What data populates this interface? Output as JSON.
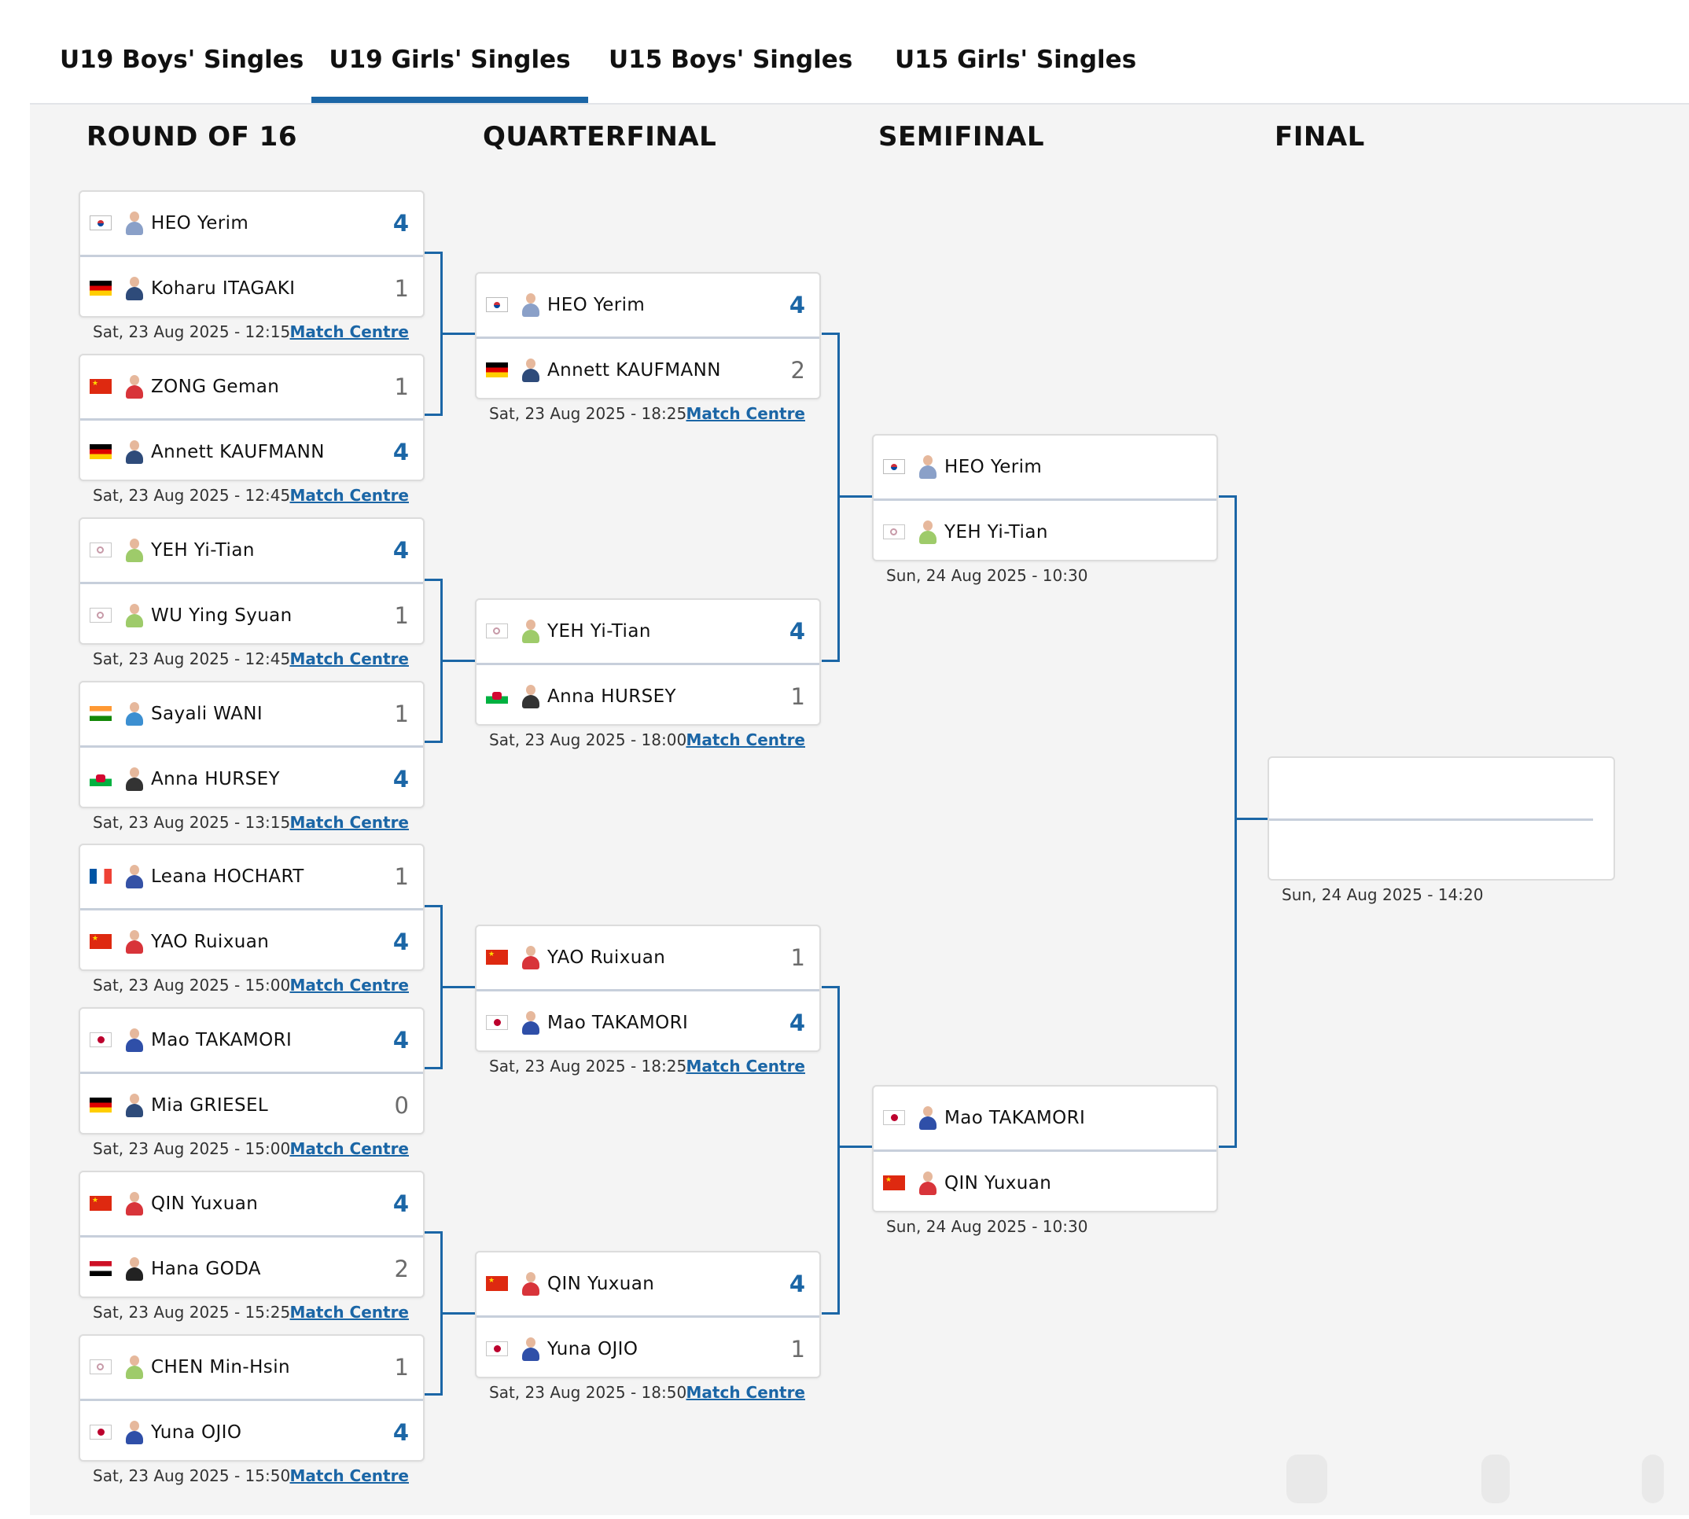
{
  "tabs": [
    {
      "label": "U19 Boys' Singles",
      "active": false
    },
    {
      "label": "U19 Girls' Singles",
      "active": true
    },
    {
      "label": "U15 Boys' Singles",
      "active": false
    },
    {
      "label": "U15 Girls' Singles",
      "active": false
    }
  ],
  "rounds": [
    "ROUND OF 16",
    "QUARTERFINAL",
    "SEMIFINAL",
    "FINAL"
  ],
  "match_centre_label": "Match Centre",
  "accent_color": "#1b66a6",
  "round_of_16": [
    {
      "p1": {
        "name": "HEO Yerim",
        "flag": "korea-flag",
        "score": "4",
        "win": true
      },
      "p2": {
        "name": "Koharu ITAGAKI",
        "flag": "germany-flag",
        "score": "1",
        "win": false
      },
      "time": "Sat, 23 Aug 2025 - 12:15"
    },
    {
      "p1": {
        "name": "ZONG Geman",
        "flag": "china-flag",
        "score": "1",
        "win": false
      },
      "p2": {
        "name": "Annett KAUFMANN",
        "flag": "germany-flag",
        "score": "4",
        "win": true
      },
      "time": "Sat, 23 Aug 2025 - 12:45"
    },
    {
      "p1": {
        "name": "YEH Yi-Tian",
        "flag": "chinese-taipei-flag",
        "score": "4",
        "win": true
      },
      "p2": {
        "name": "WU Ying Syuan",
        "flag": "chinese-taipei-flag",
        "score": "1",
        "win": false
      },
      "time": "Sat, 23 Aug 2025 - 12:45"
    },
    {
      "p1": {
        "name": "Sayali WANI",
        "flag": "india-flag",
        "score": "1",
        "win": false
      },
      "p2": {
        "name": "Anna HURSEY",
        "flag": "wales-flag",
        "score": "4",
        "win": true
      },
      "time": "Sat, 23 Aug 2025 - 13:15"
    },
    {
      "p1": {
        "name": "Leana HOCHART",
        "flag": "france-flag",
        "score": "1",
        "win": false
      },
      "p2": {
        "name": "YAO Ruixuan",
        "flag": "china-flag",
        "score": "4",
        "win": true
      },
      "time": "Sat, 23 Aug 2025 - 15:00"
    },
    {
      "p1": {
        "name": "Mao TAKAMORI",
        "flag": "japan-flag",
        "score": "4",
        "win": true
      },
      "p2": {
        "name": "Mia GRIESEL",
        "flag": "germany-flag",
        "score": "0",
        "win": false
      },
      "time": "Sat, 23 Aug 2025 - 15:00"
    },
    {
      "p1": {
        "name": "QIN Yuxuan",
        "flag": "china-flag",
        "score": "4",
        "win": true
      },
      "p2": {
        "name": "Hana GODA",
        "flag": "egypt-flag",
        "score": "2",
        "win": false
      },
      "time": "Sat, 23 Aug 2025 - 15:25"
    },
    {
      "p1": {
        "name": "CHEN Min-Hsin",
        "flag": "chinese-taipei-flag",
        "score": "1",
        "win": false
      },
      "p2": {
        "name": "Yuna OJIO",
        "flag": "japan-flag",
        "score": "4",
        "win": true
      },
      "time": "Sat, 23 Aug 2025 - 15:50"
    }
  ],
  "quarterfinal": [
    {
      "p1": {
        "name": "HEO Yerim",
        "flag": "korea-flag",
        "score": "4",
        "win": true
      },
      "p2": {
        "name": "Annett KAUFMANN",
        "flag": "germany-flag",
        "score": "2",
        "win": false
      },
      "time": "Sat, 23 Aug 2025 - 18:25"
    },
    {
      "p1": {
        "name": "YEH Yi-Tian",
        "flag": "chinese-taipei-flag",
        "score": "4",
        "win": true
      },
      "p2": {
        "name": "Anna HURSEY",
        "flag": "wales-flag",
        "score": "1",
        "win": false
      },
      "time": "Sat, 23 Aug 2025 - 18:00"
    },
    {
      "p1": {
        "name": "YAO Ruixuan",
        "flag": "china-flag",
        "score": "1",
        "win": false
      },
      "p2": {
        "name": "Mao TAKAMORI",
        "flag": "japan-flag",
        "score": "4",
        "win": true
      },
      "time": "Sat, 23 Aug 2025 - 18:25"
    },
    {
      "p1": {
        "name": "QIN Yuxuan",
        "flag": "china-flag",
        "score": "4",
        "win": true
      },
      "p2": {
        "name": "Yuna OJIO",
        "flag": "japan-flag",
        "score": "1",
        "win": false
      },
      "time": "Sat, 23 Aug 2025 - 18:50"
    }
  ],
  "semifinal": [
    {
      "p1": {
        "name": "HEO Yerim",
        "flag": "korea-flag",
        "score": "",
        "win": false
      },
      "p2": {
        "name": "YEH Yi-Tian",
        "flag": "chinese-taipei-flag",
        "score": "",
        "win": false
      },
      "time": "Sun, 24 Aug 2025 - 10:30"
    },
    {
      "p1": {
        "name": "Mao TAKAMORI",
        "flag": "japan-flag",
        "score": "",
        "win": false
      },
      "p2": {
        "name": "QIN Yuxuan",
        "flag": "china-flag",
        "score": "",
        "win": false
      },
      "time": "Sun, 24 Aug 2025 - 10:30"
    }
  ],
  "final": {
    "time": "Sun, 24 Aug 2025 - 14:20"
  }
}
